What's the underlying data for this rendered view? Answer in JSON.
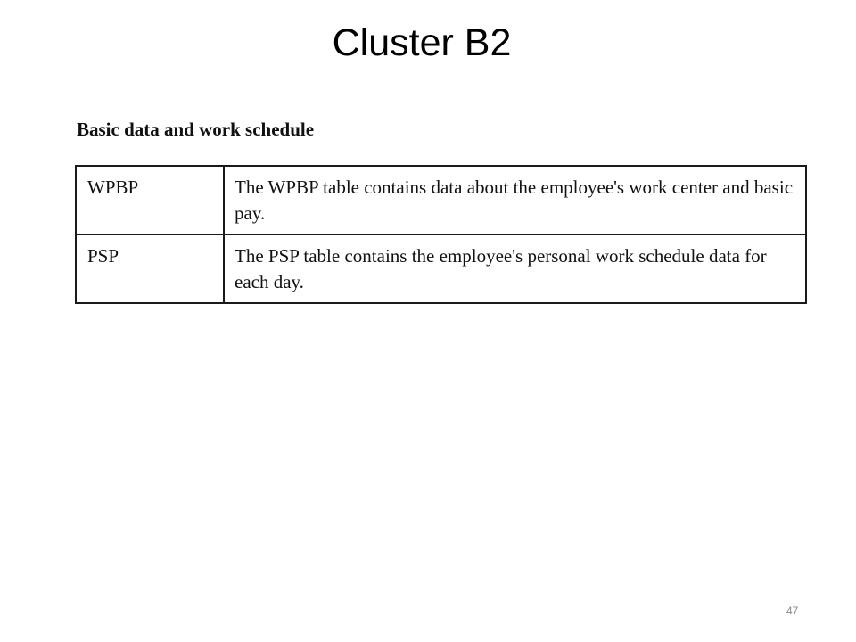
{
  "slide": {
    "title": "Cluster B2",
    "page_number": "47"
  },
  "section": {
    "heading": "Basic data and work schedule"
  },
  "table": {
    "rows": [
      {
        "name": "WPBP",
        "description": "The WPBP table contains data about the employee's work center and basic pay."
      },
      {
        "name": "PSP",
        "description": "The PSP table contains the employee's personal work schedule data for each day."
      }
    ]
  }
}
